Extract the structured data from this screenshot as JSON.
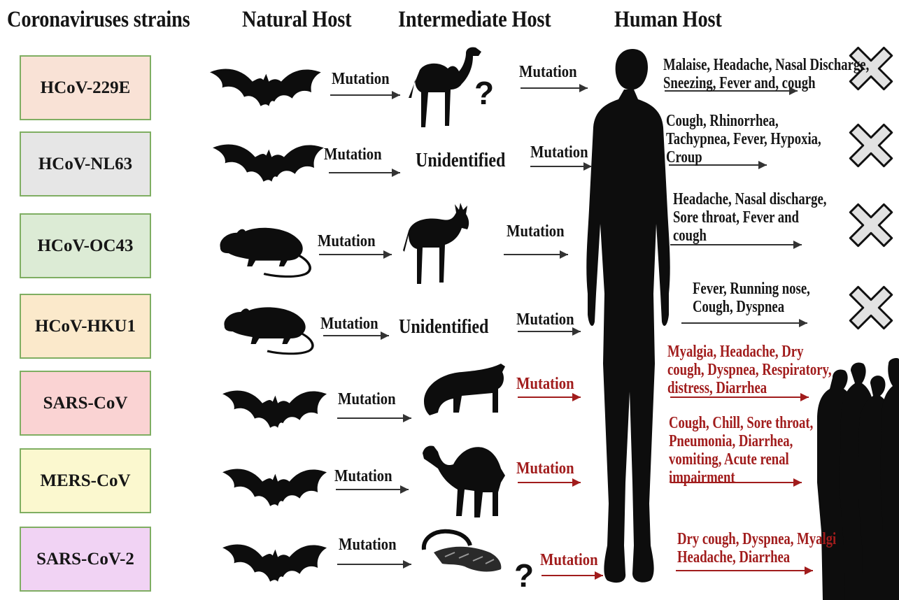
{
  "headers": {
    "strains": "Coronaviruses strains",
    "natural": "Natural Host",
    "intermediate": "Intermediate Host",
    "human": "Human Host"
  },
  "strains": [
    {
      "name": "HCoV-229E",
      "color": "#f9e2d6"
    },
    {
      "name": "HCoV-NL63",
      "color": "#e6e6e6"
    },
    {
      "name": "HCoV-OC43",
      "color": "#dcebd5"
    },
    {
      "name": "HCoV-HKU1",
      "color": "#fbe9cb"
    },
    {
      "name": "SARS-CoV",
      "color": "#fad3d3"
    },
    {
      "name": "MERS-CoV",
      "color": "#fbf8cf"
    },
    {
      "name": "SARS-CoV-2",
      "color": "#f1d3f4"
    }
  ],
  "mutation_label": "Mutation",
  "unidentified_label": "Unidentified",
  "question_mark": "?",
  "rows": [
    {
      "natural_host": "bat-icon",
      "intermediate_host": "camel-icon",
      "intermediate_uncertain": true,
      "symptoms": [
        "Malaise, Headache, Nasal Discharge,",
        "Sneezing, Fever and, cough"
      ],
      "severity": "mild",
      "outcome_icon": "cross-icon"
    },
    {
      "natural_host": "bat-icon",
      "intermediate_host": "Unidentified",
      "intermediate_uncertain": false,
      "symptoms": [
        "Cough, Rhinorrhea,",
        "Tachypnea, Fever, Hypoxia,",
        "Croup"
      ],
      "severity": "mild",
      "outcome_icon": "cross-icon"
    },
    {
      "natural_host": "rodent-icon",
      "intermediate_host": "deer-icon",
      "intermediate_uncertain": false,
      "symptoms": [
        "Headache, Nasal discharge,",
        "Sore throat, Fever and",
        "cough"
      ],
      "severity": "mild",
      "outcome_icon": "cross-icon"
    },
    {
      "natural_host": "rodent-icon",
      "intermediate_host": "Unidentified",
      "intermediate_uncertain": false,
      "symptoms": [
        "Fever, Running  nose,",
        "Cough, Dyspnea"
      ],
      "severity": "mild",
      "outcome_icon": "cross-icon"
    },
    {
      "natural_host": "bat-icon",
      "intermediate_host": "civet-icon",
      "intermediate_uncertain": false,
      "symptoms": [
        "Myalgia, Headache, Dry",
        "cough, Dyspnea, Respiratory,",
        "distress, Diarrhea"
      ],
      "severity": "severe",
      "outcome_icon": "crowd-icon"
    },
    {
      "natural_host": "bat-icon",
      "intermediate_host": "dromedary-icon",
      "intermediate_uncertain": false,
      "symptoms": [
        "Cough, Chill,  Sore throat,",
        "Pneumonia,  Diarrhea,",
        "vomiting, Acute renal",
        "impairment"
      ],
      "severity": "severe",
      "outcome_icon": "crowd-icon"
    },
    {
      "natural_host": "bat-icon",
      "intermediate_host": "pangolin-icon",
      "intermediate_uncertain": true,
      "symptoms": [
        "Dry cough, Dyspnea, Myalgi",
        "Headache, Diarrhea"
      ],
      "severity": "severe",
      "outcome_icon": "crowd-icon"
    }
  ],
  "colors": {
    "mild_text": "#161616",
    "severe_text": "#a11c1c",
    "box_border": "#7fae62",
    "silhouette": "#0d0d0d"
  }
}
